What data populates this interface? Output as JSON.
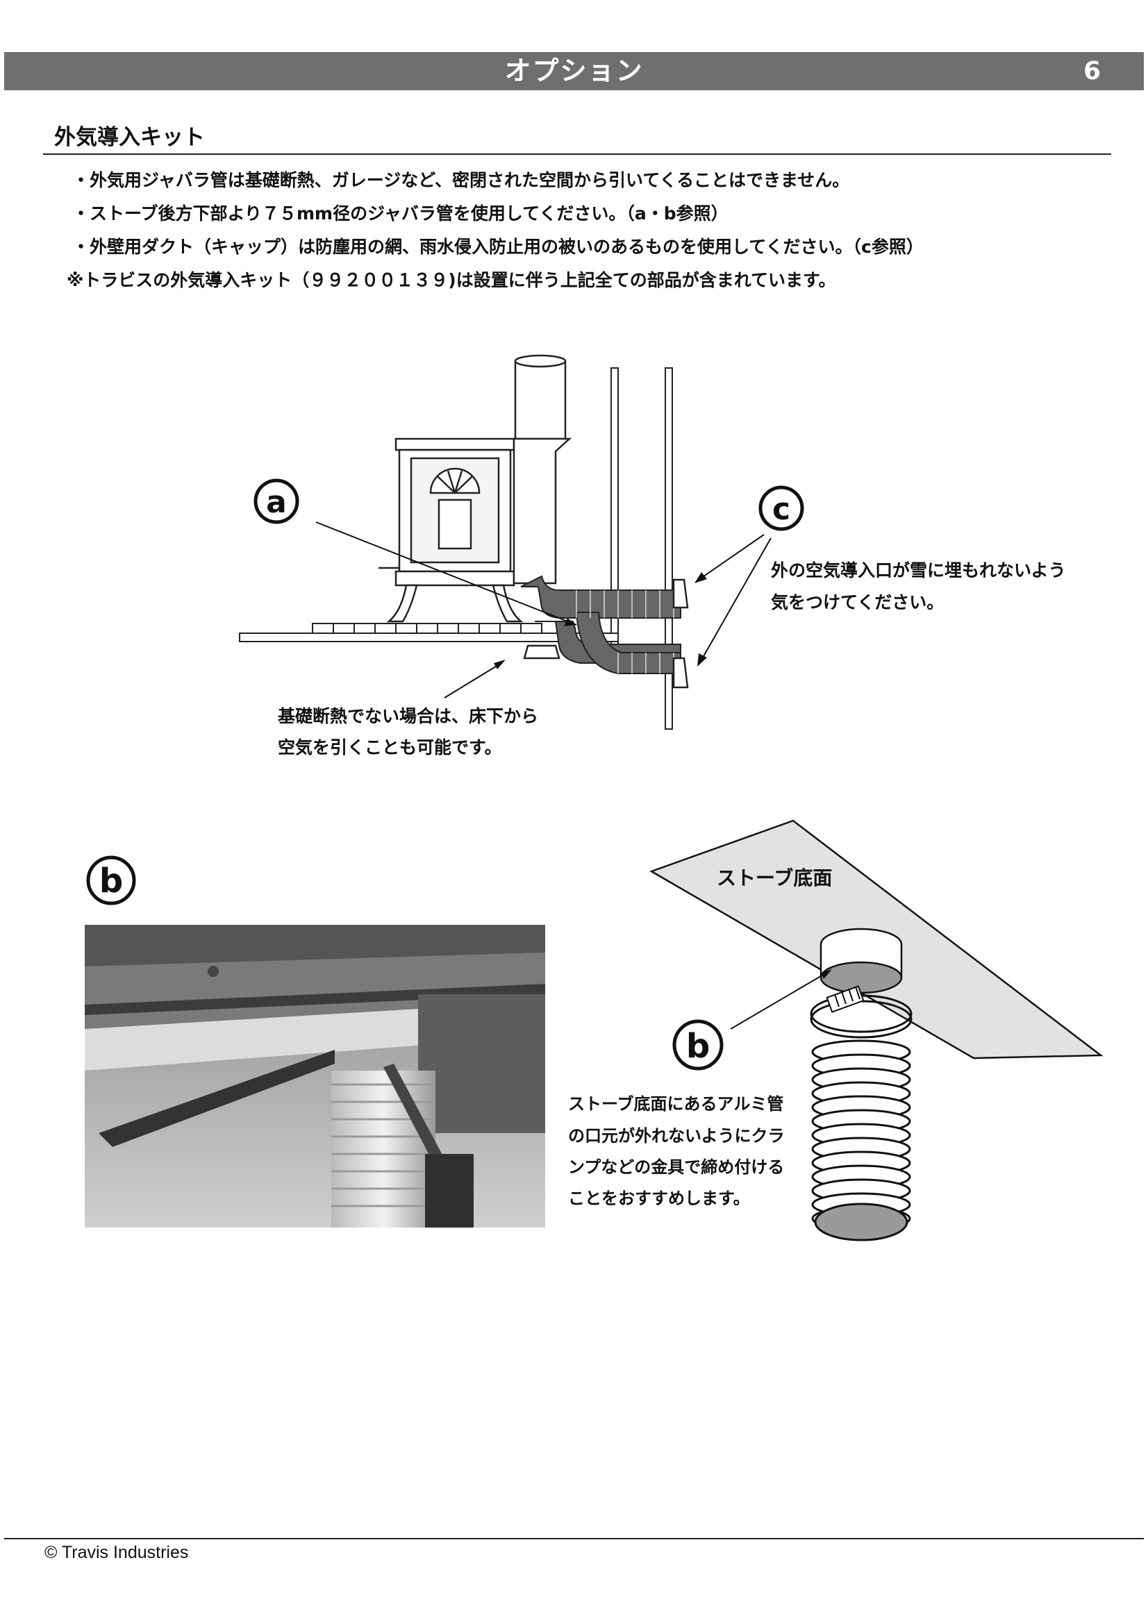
{
  "header": {
    "title": "オプション",
    "page_number": "6"
  },
  "section": {
    "title": "外気導入キット",
    "notes": [
      "・外気用ジャバラ管は基礎断熱、ガレージなど、密閉された空間から引いてくることはできません。",
      "・ストーブ後方下部より７５mm径のジャバラ管を使用してください。（a・b参照）",
      "・外壁用ダクト（キャップ）は防塵用の網、雨水侵入防止用の被いのあるものを使用してください。（c参照）"
    ],
    "footnote": "※トラビスの外気導入キット（９９２００１３９)は設置に伴う上記全ての部品が含まれています。"
  },
  "diagram_a": {
    "marker_a": "a",
    "marker_c": "c",
    "callout_c": [
      "外の空気導入口が雪に埋もれないよう",
      "気をつけてください。"
    ],
    "callout_floor": [
      "基礎断熱でない場合は、床下から",
      "空気を引くことも可能です。"
    ]
  },
  "photo_section": {
    "marker": "b"
  },
  "diagram_b": {
    "plate_label": "ストーブ底面",
    "marker": "b",
    "caption": [
      "ストーブ底面にあるアルミ管",
      "の口元が外れないようにクラ",
      "ンプなどの金具で締め付ける",
      "ことをおすすめします。"
    ]
  },
  "footer": {
    "copyright": "© Travis Industries"
  }
}
